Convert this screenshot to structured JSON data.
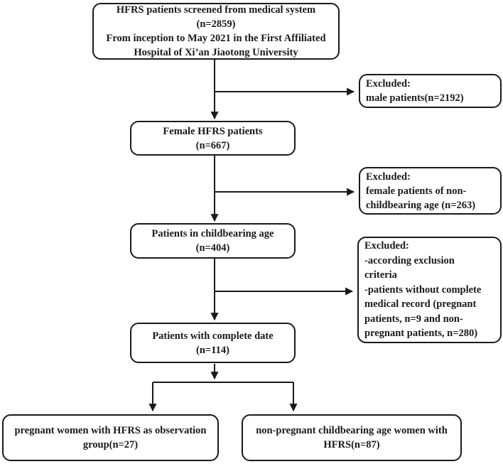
{
  "diagram": {
    "type": "flowchart",
    "colors": {
      "line": "#1a1a1a",
      "text": "#1a1a1a",
      "box_background": "#ffffff",
      "page_background": "#ffffff"
    },
    "boxes": {
      "screened": {
        "text": "HFRS patients screened from medical system\n(n=2859)\nFrom inception to May 2021 in the First Affiliated\nHospital of Xi’an Jiaotong University",
        "n": 2859
      },
      "excluded_male": {
        "text": "Excluded:\nmale patients(n=2192)",
        "n": 2192
      },
      "female": {
        "text": "Female HFRS patients\n(n=667)",
        "n": 667
      },
      "excluded_nonchildbearing": {
        "text": "Excluded:\nfemale patients of non-\nchildbearing age (n=263)",
        "n": 263
      },
      "childbearing": {
        "text": "Patients in childbearing age\n(n=404)",
        "n": 404
      },
      "excluded_criteria": {
        "text": "Excluded:\n-according exclusion\ncriteria\n-patients without complete\nmedical record (pregnant\npatients, n=9 and non-\npregnant patients, n=280)",
        "n_pregnant_excluded": 9,
        "n_nonpregnant_excluded": 280
      },
      "complete": {
        "text": "Patients with complete date\n(n=114)",
        "n": 114
      },
      "pregnant": {
        "text": "pregnant women with HFRS as observation\ngroup(n=27)",
        "n": 27
      },
      "nonpregnant": {
        "text": "non-pregnant childbearing age women with\nHFRS(n=87)",
        "n": 87
      }
    }
  }
}
